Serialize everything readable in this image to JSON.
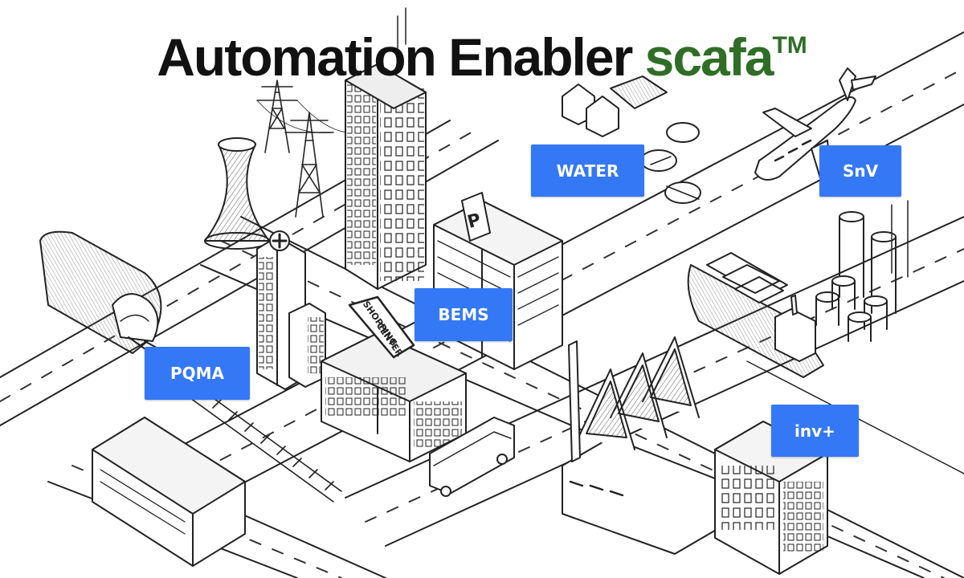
{
  "header": {
    "title_main": "Automation Enabler",
    "title_brand": "scafa",
    "title_tm": "TM"
  },
  "labels": {
    "water": "WATER",
    "snv": "SnV",
    "bems": "BEMS",
    "pqma": "PQMA",
    "inv": "inv+"
  },
  "illustration": {
    "parking_sign": "P",
    "shopping_sign_line1": "SHOPPING",
    "shopping_sign_line2": "CENTER"
  },
  "colors": {
    "brand_green": "#2f6e26",
    "label_blue": "#3478f6",
    "ink": "#111111"
  }
}
